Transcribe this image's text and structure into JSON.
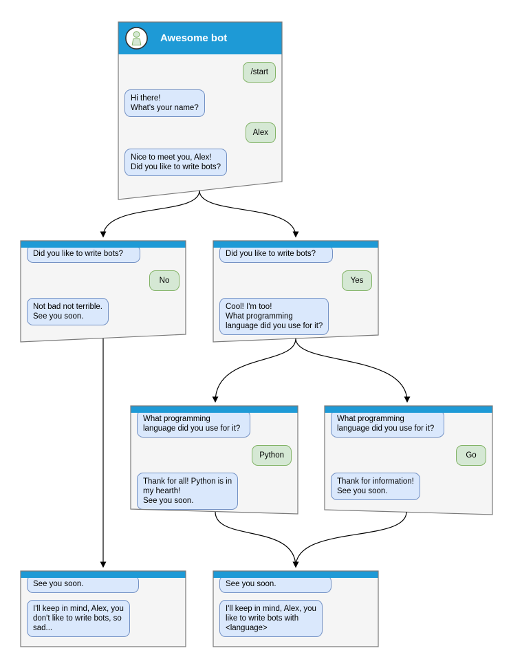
{
  "colors": {
    "header_blue": "#1e9ad6",
    "window_background": "#f5f5f5",
    "window_border": "#7a7a7a",
    "bot_bubble_fill": "#dae8fc",
    "bot_bubble_border": "#7391c4",
    "user_bubble_fill": "#d5e8d4",
    "user_bubble_border": "#82b366",
    "arrow": "#000000"
  },
  "windows": [
    {
      "id": "main",
      "title": "Awesome bot",
      "messages": [
        {
          "from": "user",
          "text": "/start"
        },
        {
          "from": "bot",
          "text": "Hi there!\nWhat's your name?"
        },
        {
          "from": "user",
          "text": "Alex"
        },
        {
          "from": "bot",
          "text": "Nice to meet you, Alex!\nDid you like to write bots?"
        }
      ]
    },
    {
      "id": "branch-no",
      "messages": [
        {
          "from": "bot",
          "text": "Did you like to write bots?"
        },
        {
          "from": "user",
          "text": "No"
        },
        {
          "from": "bot",
          "text": "Not bad not terrible.\nSee you soon."
        }
      ]
    },
    {
      "id": "branch-yes",
      "messages": [
        {
          "from": "bot",
          "text": "Did you like to write bots?"
        },
        {
          "from": "user",
          "text": "Yes"
        },
        {
          "from": "bot",
          "text": "Cool! I'm too!\nWhat programming\nlanguage did you use for it?"
        }
      ]
    },
    {
      "id": "branch-python",
      "messages": [
        {
          "from": "bot",
          "text": "What programming\nlanguage did you use for it?"
        },
        {
          "from": "user",
          "text": "Python"
        },
        {
          "from": "bot",
          "text": "Thank for all! Python is in\nmy hearth!\nSee you soon."
        }
      ]
    },
    {
      "id": "branch-go",
      "messages": [
        {
          "from": "bot",
          "text": "What programming\nlanguage did you use for it?"
        },
        {
          "from": "user",
          "text": "Go"
        },
        {
          "from": "bot",
          "text": "Thank for information!\nSee you soon."
        }
      ]
    },
    {
      "id": "end-no",
      "messages": [
        {
          "from": "bot",
          "text": "See you soon."
        },
        {
          "from": "bot",
          "text": "I'll keep in mind, Alex, you\ndon't like to write bots, so\nsad..."
        }
      ]
    },
    {
      "id": "end-yes",
      "messages": [
        {
          "from": "bot",
          "text": "See you soon."
        },
        {
          "from": "bot",
          "text": "I'll keep in mind, Alex, you\nlike to write bots with\n<language>"
        }
      ]
    }
  ],
  "edges": [
    {
      "from": "main",
      "to": "branch-no"
    },
    {
      "from": "main",
      "to": "branch-yes"
    },
    {
      "from": "branch-yes",
      "to": "branch-python"
    },
    {
      "from": "branch-yes",
      "to": "branch-go"
    },
    {
      "from": "branch-no",
      "to": "end-no"
    },
    {
      "from": "branch-python",
      "to": "end-yes"
    },
    {
      "from": "branch-go",
      "to": "end-yes"
    }
  ]
}
